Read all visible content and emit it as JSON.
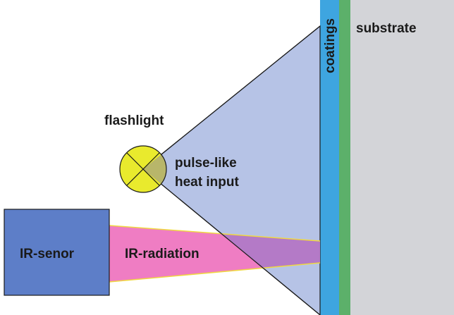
{
  "labels": {
    "coatings": "coatings",
    "substrate": "substrate",
    "flashlight": "flashlight",
    "pulse_line1": "pulse-like",
    "pulse_line2": "heat input",
    "ir_sensor": "IR-senor",
    "ir_radiation": "IR-radiation"
  },
  "colors": {
    "substrate": "#d3d4d8",
    "coating_blue": "#3ea5e0",
    "coating_green": "#5cb06a",
    "light_cone": "#b6c3e6",
    "flashlight_yellow": "#e9ea2d",
    "radiation_pink": "#ef7dc3",
    "radiation_overlap": "#b47ac7",
    "radiation_edge": "#f0d840",
    "sensor_box": "#5d7ec8",
    "outline": "#1a1a1a"
  }
}
